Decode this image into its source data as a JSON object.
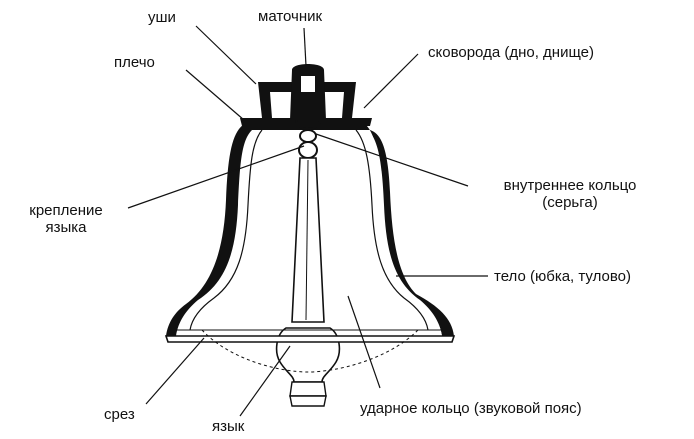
{
  "labels": {
    "ushi": "уши",
    "matochnik": "маточник",
    "plecho": "плечо",
    "skovoroda": "сковорода (дно, днище)",
    "vnutrennee_line1": "внутреннее кольцо",
    "vnutrennee_line2": "(серьга)",
    "kreplenie_line1": "крепление",
    "kreplenie_line2": "языка",
    "telo": "тело (юбка, тулово)",
    "srez": "срез",
    "yazyk": "язык",
    "udarnoe": "ударное кольцо (звуковой пояс)"
  },
  "colors": {
    "ink": "#111111",
    "background": "#ffffff"
  }
}
